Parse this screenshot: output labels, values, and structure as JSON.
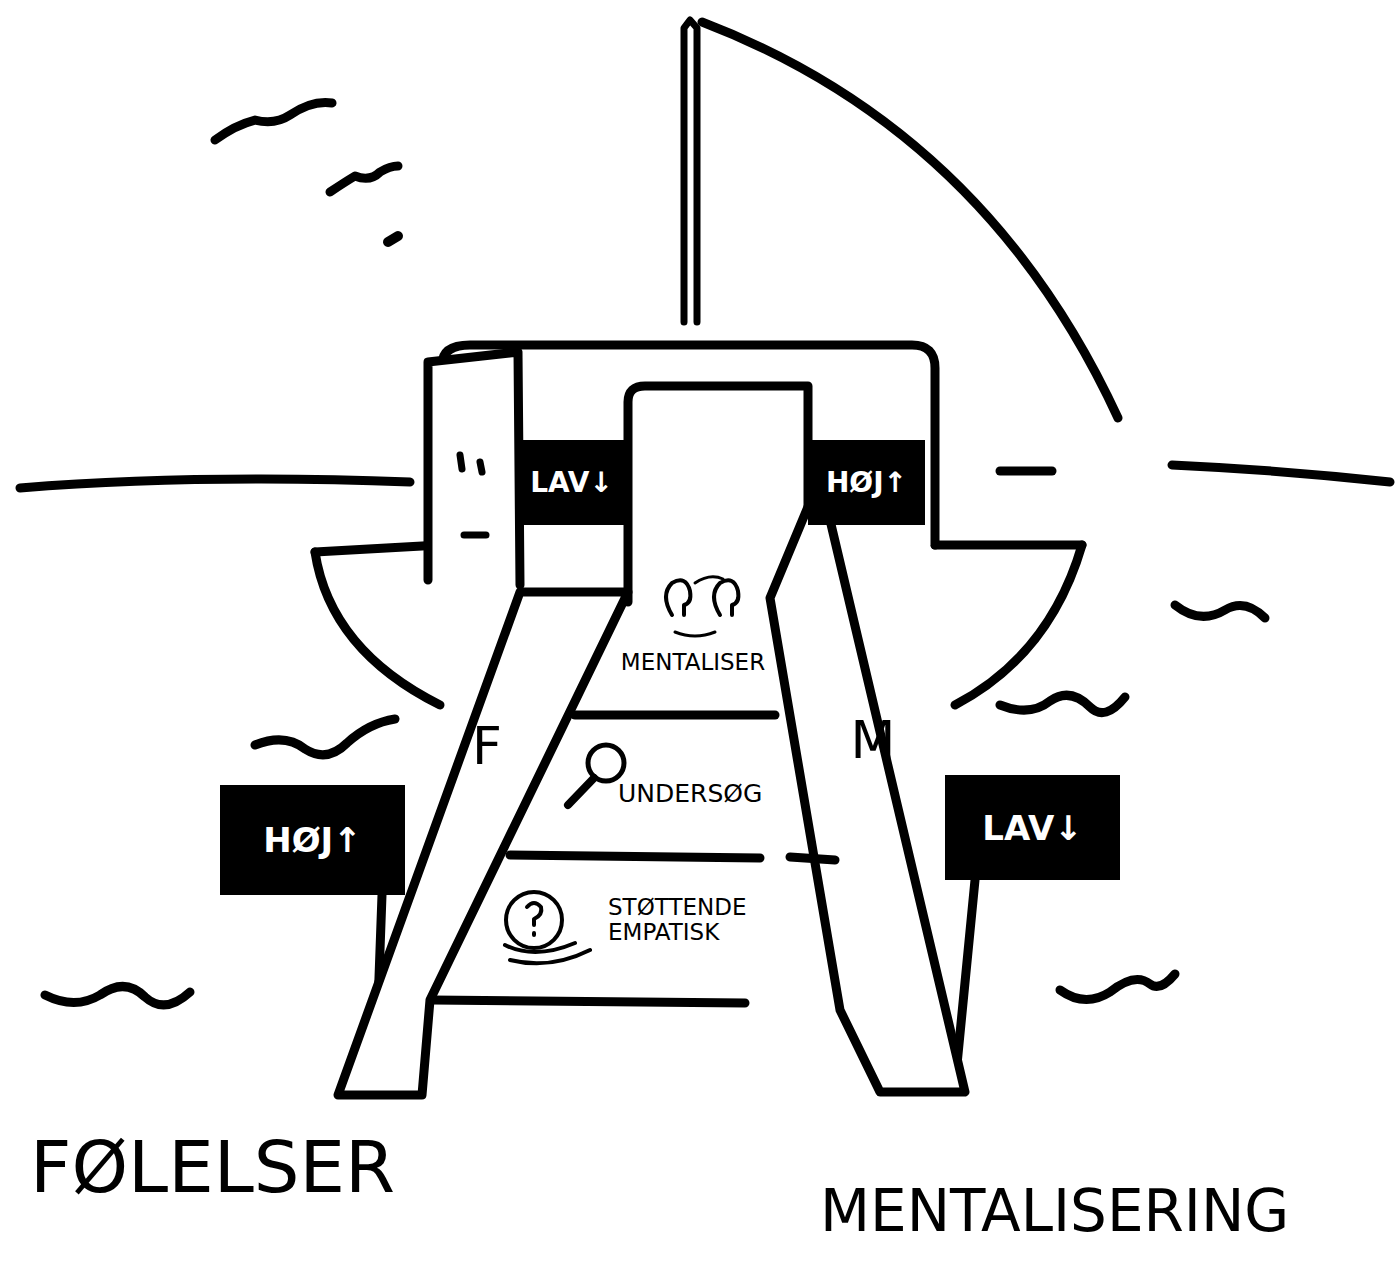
{
  "diagram": {
    "nodes": [
      {
        "text": [
          "LAV↓"
        ]
      },
      {
        "text": [
          "HØJ↑"
        ]
      },
      {
        "text": [
          "HØJ↑"
        ]
      },
      {
        "text": [
          "LAV↓"
        ]
      }
    ],
    "labels": [
      "F",
      "MENTALISER",
      "M",
      "UNDERSØG",
      "STØTTENDE EMPATISK",
      "FØLELSER",
      "MENTALISERING"
    ]
  }
}
